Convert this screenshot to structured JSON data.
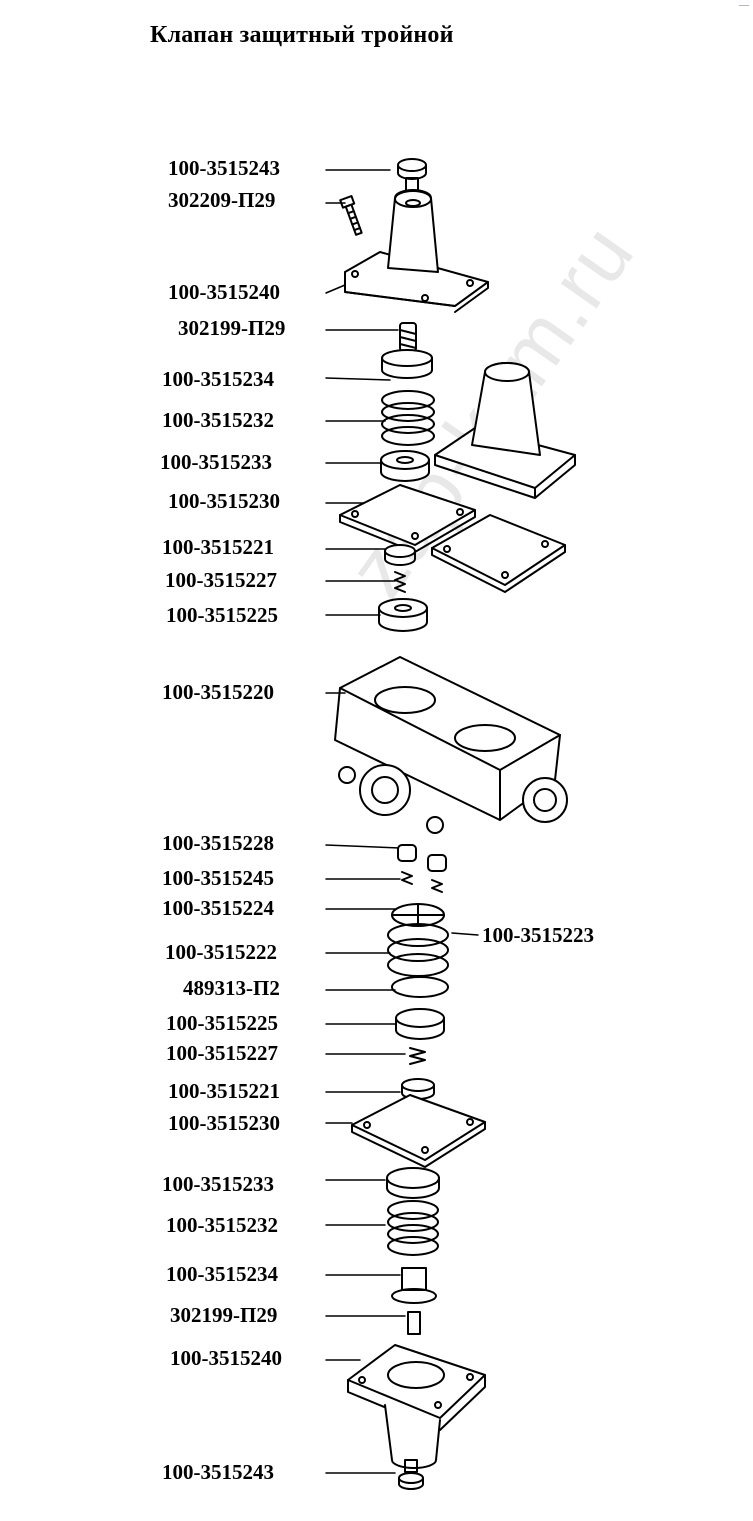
{
  "title": "Клапан защитный тройной",
  "watermark": "zap-kam.ru",
  "corner_mark": "—",
  "labels": [
    "100-3515243",
    "302209-П29",
    "100-3515240",
    "302199-П29",
    "100-3515234",
    "100-3515232",
    "100-3515233",
    "100-3515230",
    "100-3515221",
    "100-3515227",
    "100-3515225",
    "100-3515220",
    "100-3515228",
    "100-3515245",
    "100-3515224",
    "100-3515222",
    "489313-П2",
    "100-3515225",
    "100-3515227",
    "100-3515221",
    "100-3515230",
    "100-3515233",
    "100-3515232",
    "100-3515234",
    "302199-П29",
    "100-3515240",
    "100-3515243",
    "100-3515223"
  ]
}
